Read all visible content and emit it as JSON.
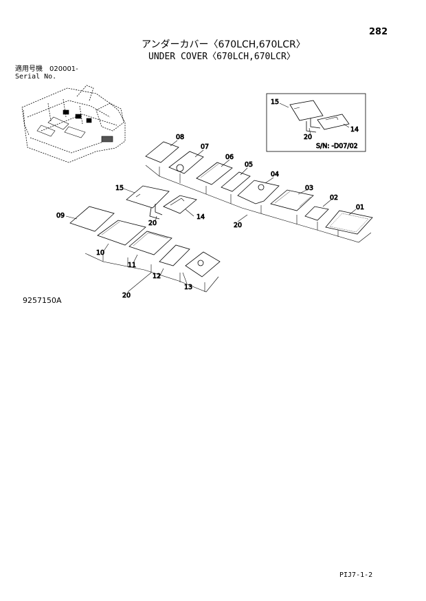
{
  "page_number": "282",
  "title_jp": "アンダーカバー〈670LCH,670LCR〉",
  "title_en": "UNDER COVER〈670LCH,670LCR〉",
  "serial_jp": "適用号機　020001-",
  "serial_en": "Serial No.",
  "drawing_number": "9257150A",
  "page_code": "PIJ7-1-2",
  "inset_note": "S/N: -D07/02",
  "part_labels": {
    "p01": "01",
    "p02": "02",
    "p03": "03",
    "p04": "04",
    "p05": "05",
    "p06": "06",
    "p07": "07",
    "p08": "08",
    "p09": "09",
    "p10": "10",
    "p11": "11",
    "p12": "12",
    "p13": "13",
    "p14a": "14",
    "p14b": "14",
    "p15a": "15",
    "p15b": "15",
    "p20a": "20",
    "p20b": "20",
    "p20c": "20",
    "p20d": "20"
  }
}
